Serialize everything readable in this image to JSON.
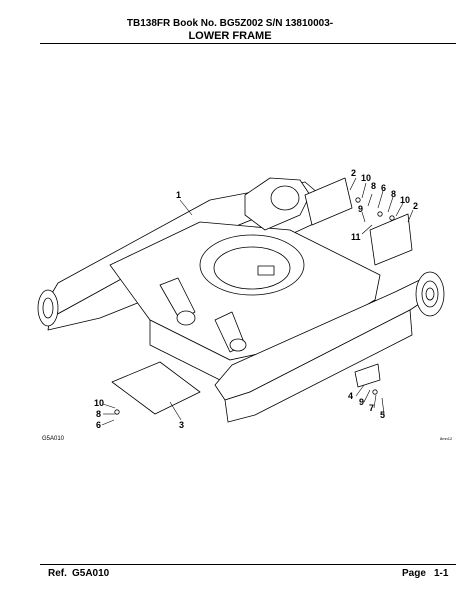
{
  "header": {
    "model_line": "TB138FR  Book No. BG5Z002  S/N 13810003-",
    "title": "LOWER FRAME"
  },
  "figure": {
    "code": "G5A010",
    "mark": "8mn12",
    "callouts": {
      "c1": "1",
      "c2a": "2",
      "c2b": "2",
      "c3": "3",
      "c4": "4",
      "c5": "5",
      "c6a": "6",
      "c6b": "6",
      "c7": "7",
      "c8a": "8",
      "c8b": "8",
      "c8c": "8",
      "c9a": "9",
      "c9b": "9",
      "c10a": "10",
      "c10b": "10",
      "c10c": "10",
      "c11": "11"
    }
  },
  "footer": {
    "ref_label": "Ref.",
    "ref_value": "G5A010",
    "page_label": "Page",
    "page_value": "1-1"
  }
}
